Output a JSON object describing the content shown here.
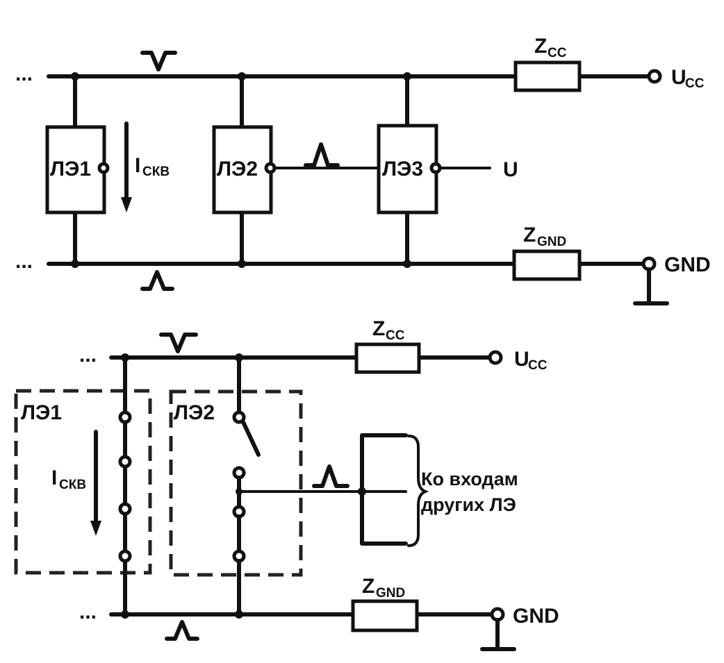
{
  "top": {
    "le1": "ЛЭ1",
    "le2": "ЛЭ2",
    "le3": "ЛЭ3",
    "current_main": "I",
    "current_sub": "СКВ",
    "output": "U",
    "zcc_main": "Z",
    "zcc_sub": "CC",
    "ucc_main": "U",
    "ucc_sub": "CC",
    "zgnd_main": "Z",
    "zgnd_sub": "GND",
    "gnd": "GND",
    "ellipsis_top": "...",
    "ellipsis_bottom": "..."
  },
  "bottom": {
    "le1": "ЛЭ1",
    "le2": "ЛЭ2",
    "current_main": "I",
    "current_sub": "СКВ",
    "zcc_main": "Z",
    "zcc_sub": "CC",
    "ucc_main": "U",
    "ucc_sub": "CC",
    "zgnd_main": "Z",
    "zgnd_sub": "GND",
    "gnd": "GND",
    "inputs_line1": "Ко входам",
    "inputs_line2": "других ЛЭ",
    "ellipsis_top": "...",
    "ellipsis_bottom": "..."
  }
}
